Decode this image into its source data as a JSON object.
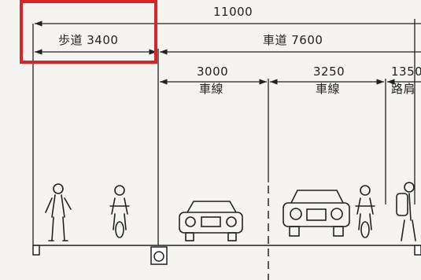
{
  "dimensions": {
    "total": "11000",
    "sidewalk": "歩道 3400",
    "roadway": "車道 7600",
    "lane_1": "3000",
    "lane_1_label": "車線",
    "lane_2": "3250",
    "lane_2_label": "車線",
    "shoulder": "1350",
    "shoulder_label": "路肩"
  },
  "colors": {
    "line": "#222222",
    "highlight": "#d9252a",
    "background": "#f5f4f0"
  },
  "icons": [
    "pedestrian-icon",
    "cyclist-icon",
    "car-front-icon",
    "car-front-icon",
    "cyclist-icon",
    "pedestrian-with-backpack-icon",
    "curb-icon",
    "drain-inlet-icon"
  ]
}
